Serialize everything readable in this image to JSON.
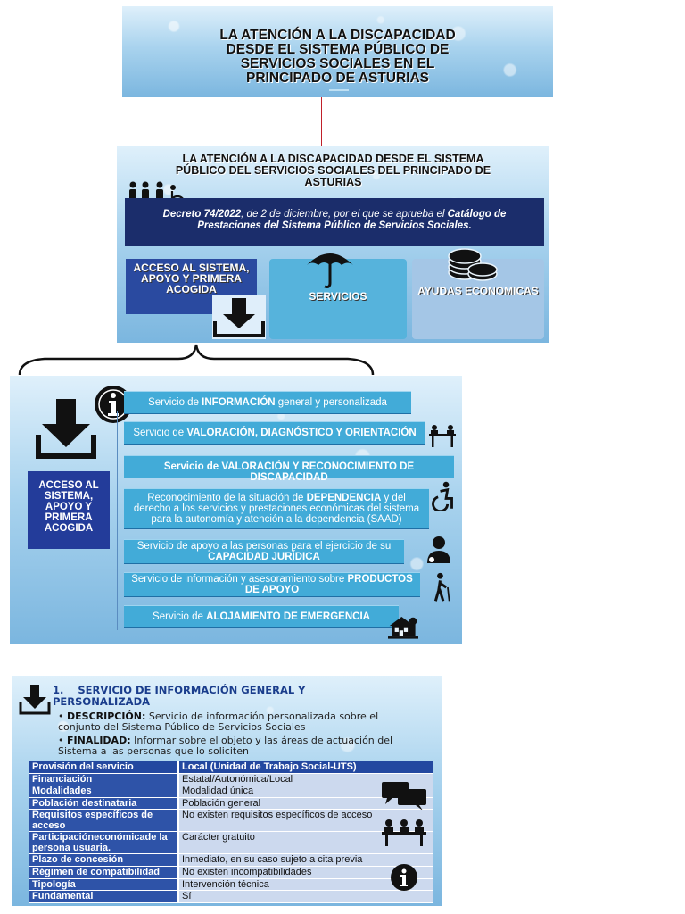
{
  "slide1": {
    "title_lines": [
      "LA ATENCIÓN A LA DISCAPACIDAD",
      "DESDE EL SISTEMA PÚBLICO DE",
      "SERVICIOS SOCIALES EN EL",
      "PRINCIPADO DE ASTURIAS"
    ]
  },
  "slide2": {
    "title_lines": [
      "LA ATENCIÓN A LA DISCAPACIDAD DESDE EL SISTEMA",
      "PÚBLICO DEL SERVICIOS SOCIALES DEL PRINCIPADO DE",
      "ASTURIAS"
    ],
    "decree": {
      "part1": "Decreto 74/2022",
      "part2": ", de 2 de diciembre, por el que se aprueba el ",
      "part3": "Catálogo de Prestaciones del Sistema Público de Servicios Sociales."
    },
    "cards": [
      "ACCESO AL SISTEMA, APOYO Y PRIMERA ACOGIDA",
      "SERVICIOS",
      "AYUDAS ECONOMICAS"
    ]
  },
  "slide3": {
    "access_label": "ACCESO AL SISTEMA, APOYO Y PRIMERA ACOGIDA",
    "services": [
      {
        "pre": "Servicio de ",
        "bold": "INFORMACIÓN",
        "post": " general y personalizada"
      },
      {
        "pre": "Servicio de ",
        "bold": "VALORACIÓN, DIAGNÓSTICO Y ORIENTACIÓN",
        "post": ""
      },
      {
        "pre": "",
        "bold": "Servicio de VALORACIÓN Y RECONOCIMIENTO DE DISCAPACIDAD",
        "post": ""
      },
      {
        "pre": "Reconocimiento de la situación de ",
        "bold": "DEPENDENCIA",
        "post": " y del derecho a los servicios y prestaciones económicas del sistema para la autonomía y atención a la dependencia (SAAD)"
      },
      {
        "pre": "Servicio de apoyo a las personas para el ejercicio de su ",
        "bold": "CAPACIDAD JURÍDICA",
        "post": ""
      },
      {
        "pre": "Servicio de información y asesoramiento sobre ",
        "bold": "PRODUCTOS DE APOYO",
        "post": ""
      },
      {
        "pre": "Servicio de ",
        "bold": "ALOJAMIENTO DE EMERGENCIA",
        "post": ""
      }
    ]
  },
  "slide4": {
    "heading_number": "1.",
    "heading_line1": "SERVICIO DE INFORMACIÓN GENERAL Y",
    "heading_line2": "PERSONALIZADA",
    "bullets": [
      {
        "label": "DESCRIPCIÓN:",
        "text": " Servicio de información personalizada sobre el conjunto del Sistema Público de Servicios Sociales"
      },
      {
        "label": "FINALIDAD:",
        "text": " Informar sobre el objeto y las áreas de actuación del Sistema a las personas que lo soliciten"
      }
    ],
    "table": [
      {
        "k": "Provisión del servicio",
        "v": "Local (Unidad de Trabajo Social-UTS)"
      },
      {
        "k": "Financiación",
        "v": "Estatal/Autonómica/Local"
      },
      {
        "k": "Modalidades",
        "v": "Modalidad única"
      },
      {
        "k": "Población destinataria",
        "v": "Población general"
      },
      {
        "k": "Requisitos específicos de acceso",
        "v": "No existen requisitos específicos de acceso"
      },
      {
        "k": "Participacióneconómicade la persona usuaria.",
        "v": "Carácter gratuito"
      },
      {
        "k": "Plazo de concesión",
        "v": "Inmediato, en su caso sujeto a cita previa"
      },
      {
        "k": "Régimen de compatibilidad",
        "v": "No existen incompatibilidades"
      },
      {
        "k": "Tipología",
        "v": "Intervención técnica"
      },
      {
        "k": "Fundamental",
        "v": "Sí"
      }
    ]
  }
}
